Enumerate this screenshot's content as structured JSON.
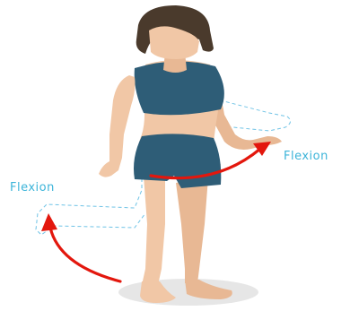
{
  "labels": {
    "left": "Flexion",
    "right": "Flexion"
  },
  "colors": {
    "label_text": "#3cb4d9",
    "guide_dash": "#6fc3e6",
    "arrow": "#e3170d",
    "skin": "#f1c7a6",
    "skin_shadow": "#e0ab88",
    "hair": "#4a3a2c",
    "outfit": "#2e5d77",
    "ground_shadow": "#e6e6e6"
  },
  "figure": {
    "subject": "woman-standing",
    "motion": "shoulder-flexion"
  }
}
